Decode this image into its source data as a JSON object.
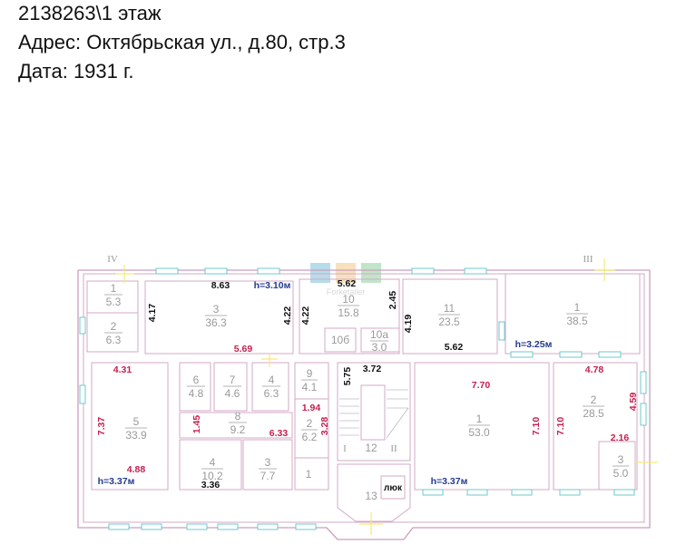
{
  "header": {
    "title": "2138263\\1 этаж",
    "address": "Адрес: Октябрьская ул., д.80, стр.3",
    "date": "Дата: 1931 г."
  },
  "watermark": {
    "text": "Forketailer",
    "colors": [
      "#7cc3d8",
      "#f4c88a",
      "#8fd19e"
    ]
  },
  "axes": [
    "IV",
    "III",
    "I",
    "II"
  ],
  "hatch_label": "люк",
  "rooms": [
    {
      "number": "1",
      "area": "5.3"
    },
    {
      "number": "2",
      "area": "6.3"
    },
    {
      "number": "3",
      "area": "36.3"
    },
    {
      "number": "10",
      "area": "15.8"
    },
    {
      "number": "10б",
      "area": ""
    },
    {
      "number": "10а",
      "area": "3.0"
    },
    {
      "number": "11",
      "area": "23.5"
    },
    {
      "number": "1",
      "area": "38.5"
    },
    {
      "number": "5",
      "area": "33.9"
    },
    {
      "number": "6",
      "area": "4.8"
    },
    {
      "number": "7",
      "area": "4.6"
    },
    {
      "number": "4",
      "area": "6.3"
    },
    {
      "number": "8",
      "area": "9.2"
    },
    {
      "number": "4",
      "area": "10.2"
    },
    {
      "number": "3",
      "area": "7.7"
    },
    {
      "number": "9",
      "area": "4.1"
    },
    {
      "number": "2",
      "area": "6.2"
    },
    {
      "number": "1",
      "area": ""
    },
    {
      "number": "12",
      "area": ""
    },
    {
      "number": "13",
      "area": ""
    },
    {
      "number": "1",
      "area": "53.0"
    },
    {
      "number": "2",
      "area": "28.5"
    },
    {
      "number": "3",
      "area": "5.0"
    }
  ],
  "dimensions": [
    "8.63",
    "h=3.10м",
    "4.17",
    "4.22",
    "4.22",
    "5.69",
    "5.62",
    "2.45",
    "4.19",
    "5.62",
    "h=3.25м",
    "4.31",
    "7.37",
    "4.88",
    "h=3.37м",
    "1.45",
    "6.33",
    "1.94",
    "3.28",
    "3.36",
    "5.75",
    "3.72",
    "7.70",
    "7.10",
    "7.10",
    "4.78",
    "4.59",
    "2.16",
    "h=3.37м"
  ]
}
